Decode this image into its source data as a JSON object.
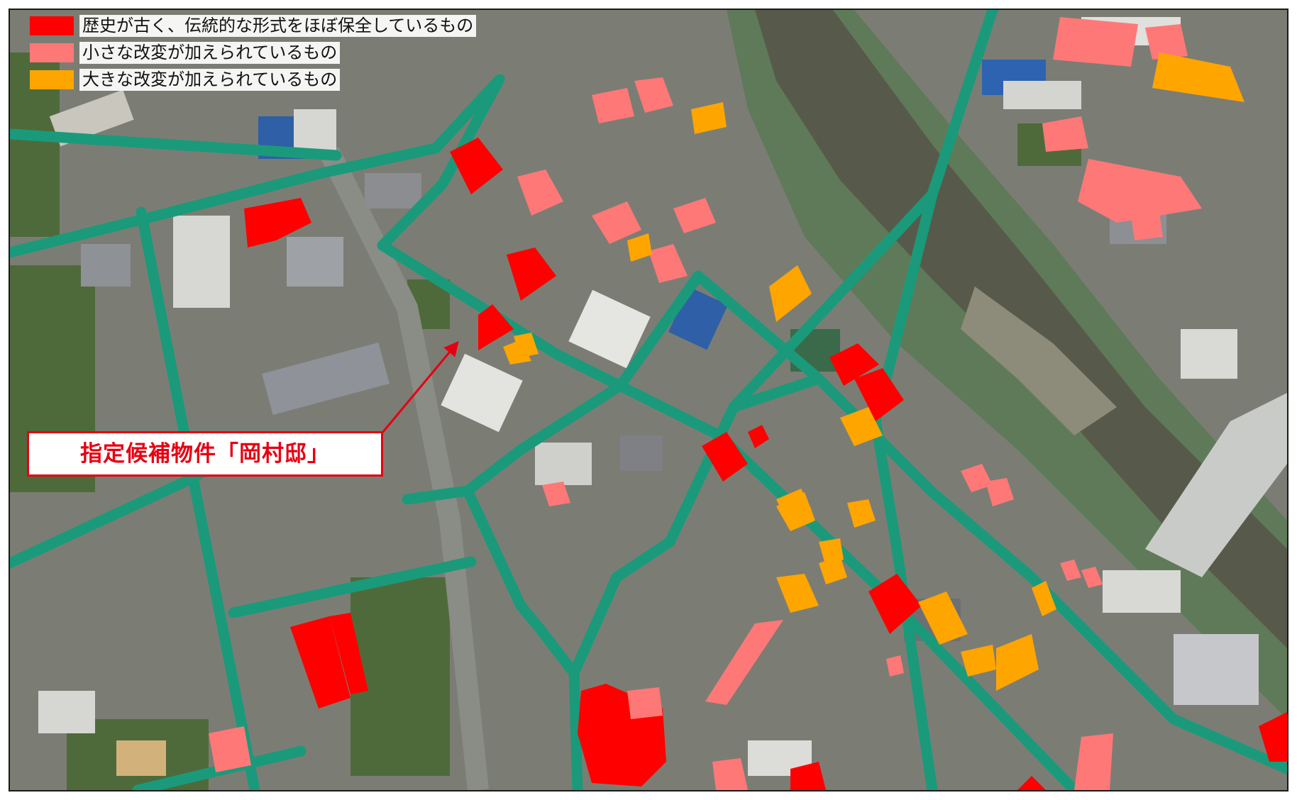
{
  "colors": {
    "historic_preserved": "#ff0000",
    "minor_alteration": "#ff7878",
    "major_alteration": "#ffa500",
    "street": "#1a9a7a",
    "pointer": "#e60012"
  },
  "legend": {
    "items": [
      {
        "color": "#ff0000",
        "label": "歴史が古く、伝統的な形式をほぼ保全しているもの"
      },
      {
        "color": "#ff7878",
        "label": "小さな改変が加えられているもの"
      },
      {
        "color": "#ffa500",
        "label": "大きな改変が加えられているもの"
      }
    ]
  },
  "callout": {
    "label": "指定候補物件「岡村邸」"
  }
}
